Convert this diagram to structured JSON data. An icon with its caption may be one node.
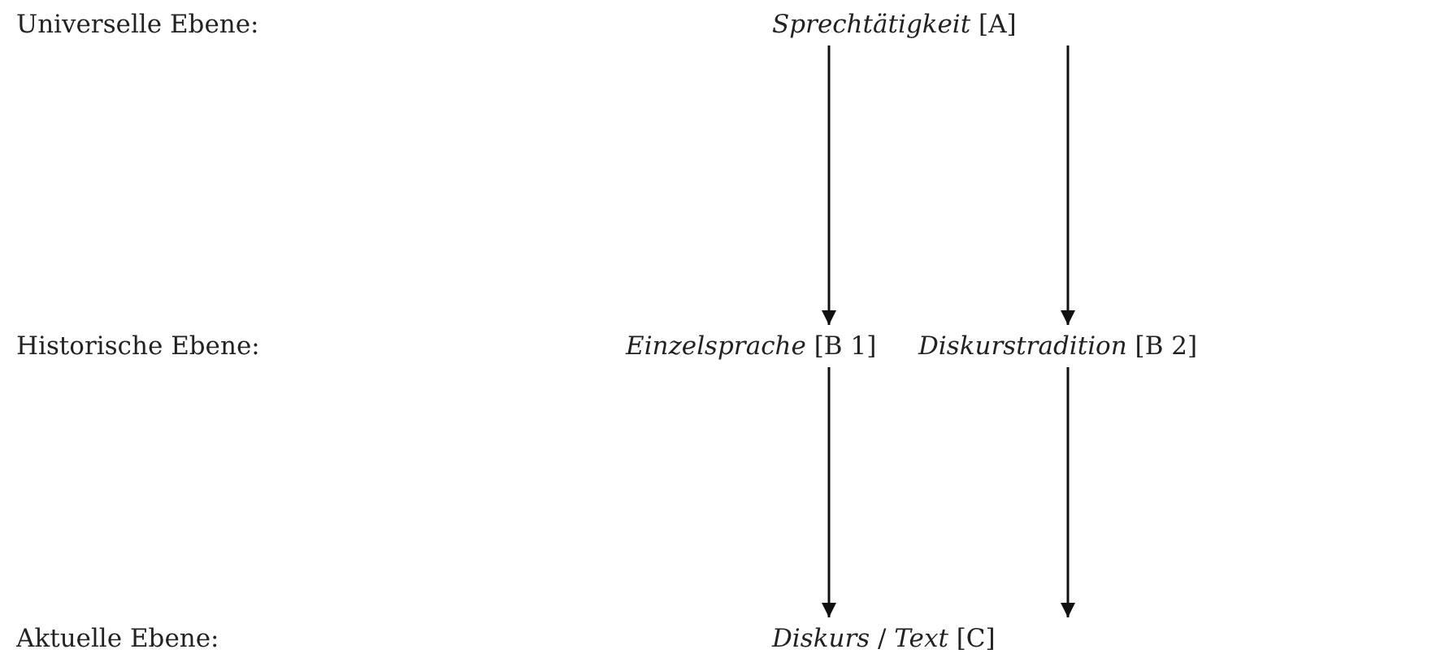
{
  "diagram": {
    "nodes": [
      {
        "text": [
          "*Sprechtätigkeit* [A]"
        ]
      },
      {
        "text": [
          "*Einzelsprache* [B 1]"
        ]
      },
      {
        "text": [
          "*Diskurstradition* [B 2]"
        ]
      },
      {
        "text": [
          "*Diskurs* / *Text* [C]"
        ]
      }
    ],
    "edges": [
      {
        "from": 0,
        "to": 1,
        "arrow": "to"
      },
      {
        "from": 0,
        "to": 2,
        "arrow": "to"
      },
      {
        "from": 1,
        "to": 3,
        "arrow": "to"
      },
      {
        "from": 2,
        "to": 3,
        "arrow": "to"
      }
    ],
    "labels": [
      "Universelle Ebene:",
      "Historische Ebene:",
      "Aktuelle Ebene:"
    ]
  }
}
